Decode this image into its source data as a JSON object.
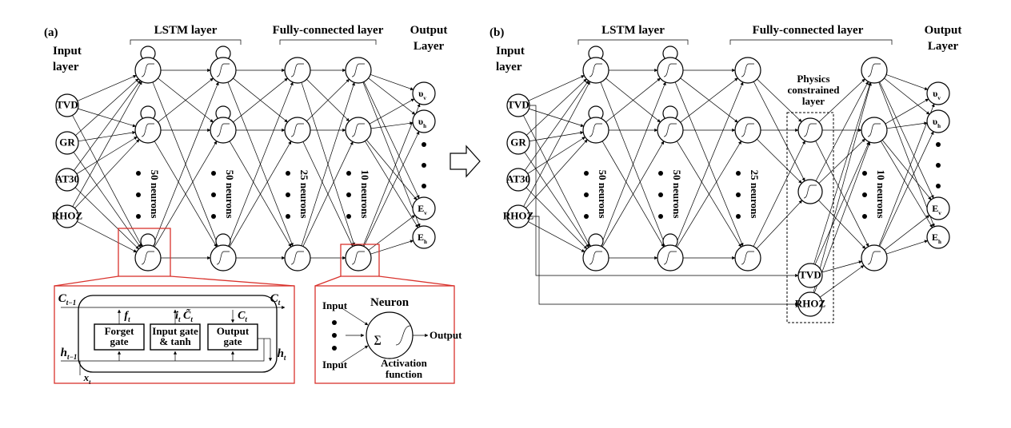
{
  "panel_a": {
    "tag": "(a)",
    "input_layer": [
      "Input",
      "layer"
    ],
    "lstm_layer": "LSTM layer",
    "fc_layer": "Fully-connected layer",
    "output_layer": [
      "Output",
      "Layer"
    ],
    "inputs": [
      "TVD",
      "GR",
      "AT30",
      "RHOZ"
    ],
    "col_notes": [
      "50 neurons",
      "50 neurons",
      "25 neurons",
      "10 neurons"
    ],
    "outputs": [
      {
        "main": "υ",
        "sub": "v"
      },
      {
        "main": "υ",
        "sub": "h"
      },
      {
        "main": "E",
        "sub": "v"
      },
      {
        "main": "E",
        "sub": "h"
      }
    ]
  },
  "panel_b": {
    "tag": "(b)",
    "input_layer": [
      "Input",
      "layer"
    ],
    "lstm_layer": "LSTM layer",
    "fc_layer": "Fully-connected layer",
    "output_layer": [
      "Output",
      "Layer"
    ],
    "physics_label": [
      "Physics",
      "constrained",
      "layer"
    ],
    "inputs": [
      "TVD",
      "GR",
      "AT30",
      "RHOZ"
    ],
    "col_notes": [
      "50 neurons",
      "50 neurons",
      "25 neurons",
      "10 neurons"
    ],
    "physics_nodes": [
      "TVD",
      "RHOZ"
    ],
    "outputs": [
      {
        "main": "υ",
        "sub": "v"
      },
      {
        "main": "υ",
        "sub": "h"
      },
      {
        "main": "E",
        "sub": "v"
      },
      {
        "main": "E",
        "sub": "h"
      }
    ]
  },
  "lstm_cell": {
    "c_prev": {
      "main": "C",
      "sub": "t−1"
    },
    "c_next": {
      "main": "C",
      "sub": "t"
    },
    "h_prev": {
      "main": "h",
      "sub": "t−1"
    },
    "h_next": {
      "main": "h",
      "sub": "t"
    },
    "x": {
      "main": "x",
      "sub": "t"
    },
    "f": {
      "main": "f",
      "sub": "t"
    },
    "ic": {
      "main": "i",
      "sub": "t",
      "main2": "C̃",
      "sub2": "t"
    },
    "ct": {
      "main": "C",
      "sub": "t"
    },
    "gates": [
      [
        "Forget",
        "gate"
      ],
      [
        "Input gate",
        "& tanh"
      ],
      [
        "Output",
        "gate"
      ]
    ]
  },
  "neuron_detail": {
    "title": "Neuron",
    "input_top": "Input",
    "input_bottom": "Input",
    "output": "Output",
    "activation": [
      "Activation",
      "function"
    ],
    "sum_symbol": "∑"
  }
}
